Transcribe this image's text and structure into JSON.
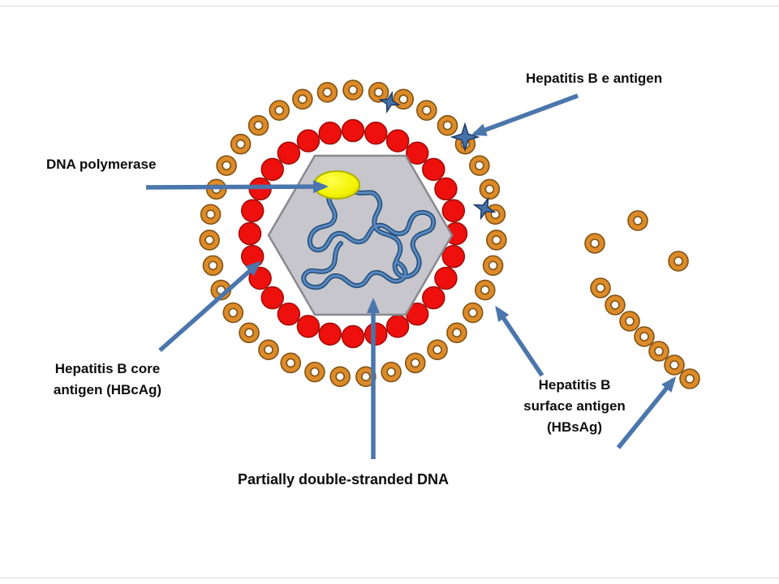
{
  "labels": {
    "e_antigen": "Hepatitis B e antigen",
    "dna_polymerase": "DNA polymerase",
    "core_antigen": {
      "line1": "Hepatitis B core",
      "line2": "antigen (HBcAg)"
    },
    "dsdna": "Partially double-stranded DNA",
    "surface_antigen": {
      "line1": "Hepatitis B",
      "line2": "surface antigen",
      "line3": "(HBsAg)"
    }
  },
  "colors": {
    "background": "#FFFFFF",
    "envelope_orange": "#DD8A28",
    "envelope_outline": "#7F5315",
    "core_red": "#EE100C",
    "core_red_outline": "#9E0B08",
    "capsid_gray": "#C6C6CC",
    "capsid_outline": "#88888E",
    "dna_blue": "#4F81BD",
    "dna_blue_dark": "#1F4E79",
    "arrow_blue": "#4A76AC",
    "star_blue": "#4472A8",
    "star_outline": "#1F3864",
    "polymerase_yellow": "#F2F200",
    "polymerase_outline": "#AFAF00",
    "text": "#0D0D0D"
  }
}
